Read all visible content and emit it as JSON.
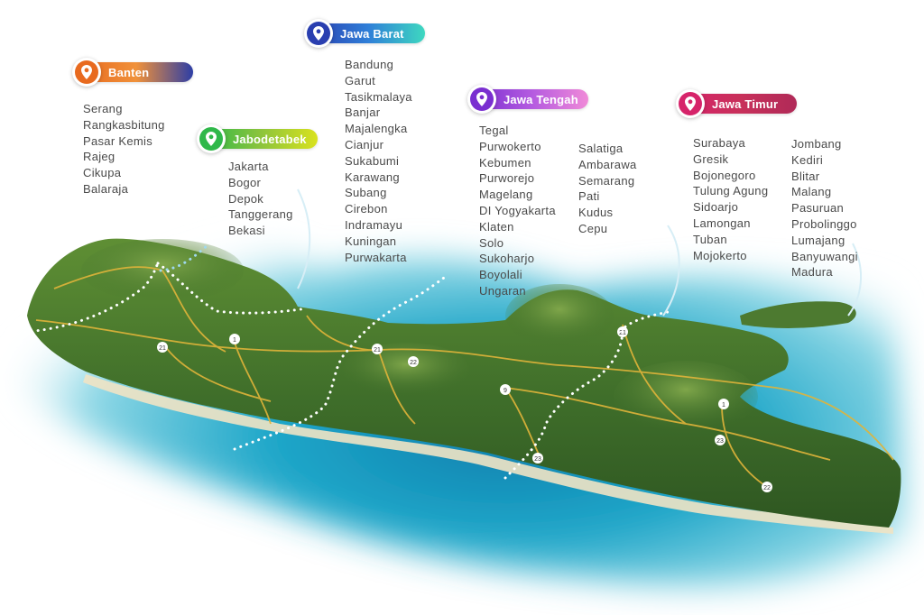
{
  "regions": [
    {
      "id": "banten",
      "name": "Banten",
      "gradient": [
        "#e86a1f",
        "#f0913a",
        "#2d3ea6"
      ],
      "columns": [
        [
          "Serang",
          "Rangkasbitung",
          "Pasar Kemis",
          "Rajeg",
          "Cikupa",
          "Balaraja"
        ]
      ]
    },
    {
      "id": "jabodetabek",
      "name": "Jabodetabek",
      "gradient": [
        "#2fb84a",
        "#8cc43c",
        "#d9e21e"
      ],
      "columns": [
        [
          "Jakarta",
          "Bogor",
          "Depok",
          "Tanggerang",
          "Bekasi"
        ]
      ]
    },
    {
      "id": "jawa-barat",
      "name": "Jawa Barat",
      "gradient": [
        "#2a3fb0",
        "#2f7fd8",
        "#3ed8c0"
      ],
      "columns": [
        [
          "Bandung",
          "Garut",
          "Tasikmalaya",
          "Banjar",
          "Majalengka",
          "Cianjur",
          "Sukabumi",
          "Karawang",
          "Subang",
          "Cirebon",
          "Indramayu",
          "Kuningan",
          "Purwakarta"
        ]
      ]
    },
    {
      "id": "jawa-tengah",
      "name": "Jawa Tengah",
      "gradient": [
        "#7a2fd0",
        "#b45ae0",
        "#f08ad8"
      ],
      "columns": [
        [
          "Tegal",
          "Purwokerto",
          "Kebumen",
          "Purworejo",
          "Magelang",
          "DI Yogyakarta",
          "Klaten",
          "Solo",
          "Sukoharjo",
          "Boyolali",
          "Ungaran"
        ],
        [
          "Salatiga",
          "Ambarawa",
          "Semarang",
          "Pati",
          "Kudus",
          "Cepu"
        ]
      ]
    },
    {
      "id": "jawa-timur",
      "name": "Jawa Timur",
      "gradient": [
        "#d6246a",
        "#c8305a",
        "#b02a58"
      ],
      "columns": [
        [
          "Surabaya",
          "Gresik",
          "Bojonegoro",
          "Tulung Agung",
          "Sidoarjo",
          "Lamongan",
          "Tuban",
          "Mojokerto"
        ],
        [
          "Jombang",
          "Kediri",
          "Blitar",
          "Malang",
          "Pasuruan",
          "Probolinggo",
          "Lumajang",
          "Banyuwangi",
          "Madura"
        ]
      ]
    }
  ],
  "map": {
    "land_color": "#3f6e2a",
    "sea_color": "#1fa7c9",
    "road_color": "#e0b43a",
    "route_markers": [
      "21",
      "1",
      "21",
      "22",
      "21",
      "9",
      "1",
      "23",
      "23",
      "22"
    ]
  }
}
